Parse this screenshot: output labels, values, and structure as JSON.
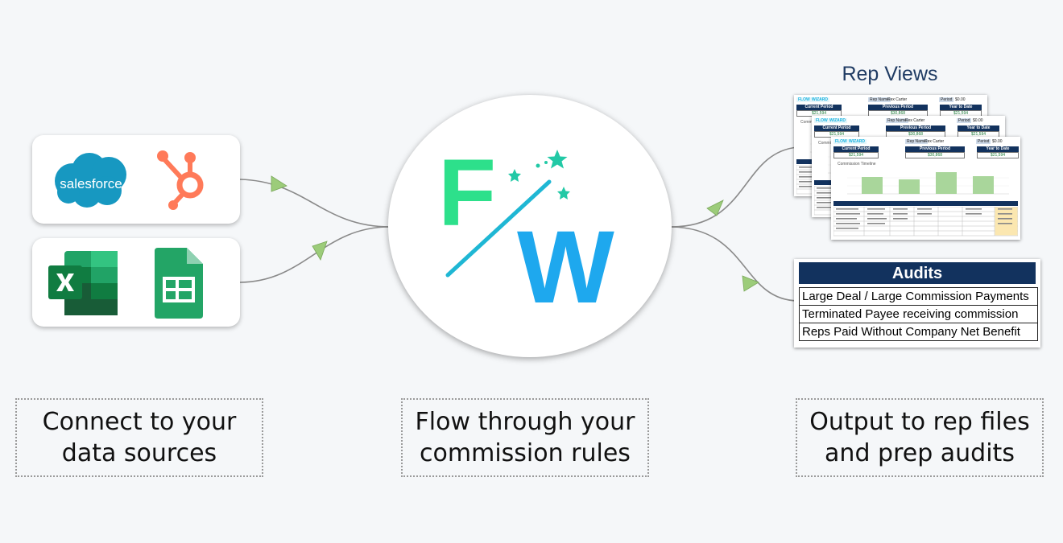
{
  "captions": {
    "connect": [
      "Connect to your",
      "data sources"
    ],
    "flow": [
      "Flow through your",
      "commission rules"
    ],
    "output": [
      "Output to rep files",
      "and prep audits"
    ]
  },
  "sources": {
    "salesforce_label": "salesforce"
  },
  "logo": {
    "letter_f": "F",
    "letter_w": "W",
    "color_green": "#2de08b",
    "color_blue": "#1ea8ee"
  },
  "rep_views": {
    "title": "Rep Views",
    "sheet": {
      "brand_1": "FLOW",
      "brand_2": "WIZARD",
      "rep_name_label": "Rep Name",
      "rep_name_value": "Rex Carter",
      "period_label": "Period",
      "period_value": "$0.00",
      "current_label": "Current Period",
      "current_value": "$21,594",
      "previous_label": "Previous Period",
      "previous_value": "$30,868",
      "ytd_label": "Year to Date",
      "ytd_value": "$21,594",
      "chart_title": "Commission Timeline"
    }
  },
  "audits": {
    "title": "Audits",
    "rows": [
      "Large Deal / Large Commission Payments",
      "Terminated Payee receiving commission",
      "Reps Paid Without Company Net Benefit"
    ]
  }
}
